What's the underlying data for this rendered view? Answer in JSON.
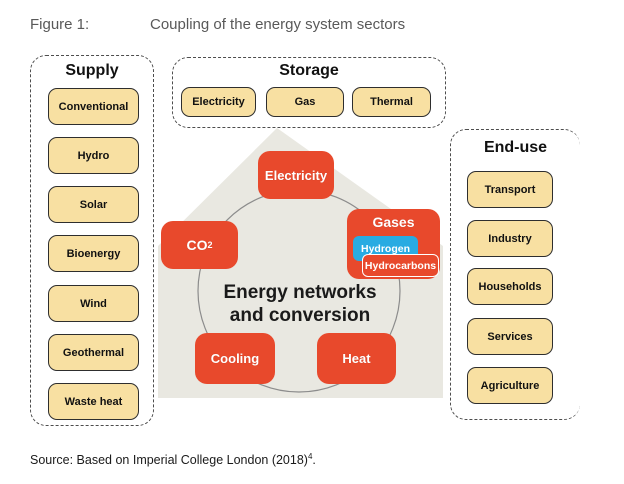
{
  "figure": {
    "label": "Figure 1:",
    "title": "Coupling of the energy system sectors"
  },
  "supply": {
    "title": "Supply",
    "items": [
      "Conventional",
      "Hydro",
      "Solar",
      "Bioenergy",
      "Wind",
      "Geothermal",
      "Waste heat"
    ]
  },
  "storage": {
    "title": "Storage",
    "items": [
      "Electricity",
      "Gas",
      "Thermal"
    ]
  },
  "end_use": {
    "title": "End-use",
    "items": [
      "Transport",
      "Industry",
      "Households",
      "Services",
      "Agriculture"
    ]
  },
  "center": {
    "label_line1": "Energy networks",
    "label_line2": "and conversion",
    "nodes": {
      "electricity": "Electricity",
      "co2_text": "CO",
      "co2_sub": "2",
      "gases": "Gases",
      "hydrogen": "Hydrogen",
      "hydrocarbons": "Hydrocarbons",
      "cooling": "Cooling",
      "heat": "Heat"
    }
  },
  "source": {
    "prefix": "Source: Based on Imperial College London (2018)",
    "sup": "4",
    "suffix": "."
  },
  "colors": {
    "node_red": "#e8492c",
    "hydrogen_blue": "#29abe2",
    "box_cream": "#f8e0a2",
    "house_gray": "#e9e8e1",
    "caption_gray": "#595959",
    "dashed_border": "#4d4d4d"
  }
}
